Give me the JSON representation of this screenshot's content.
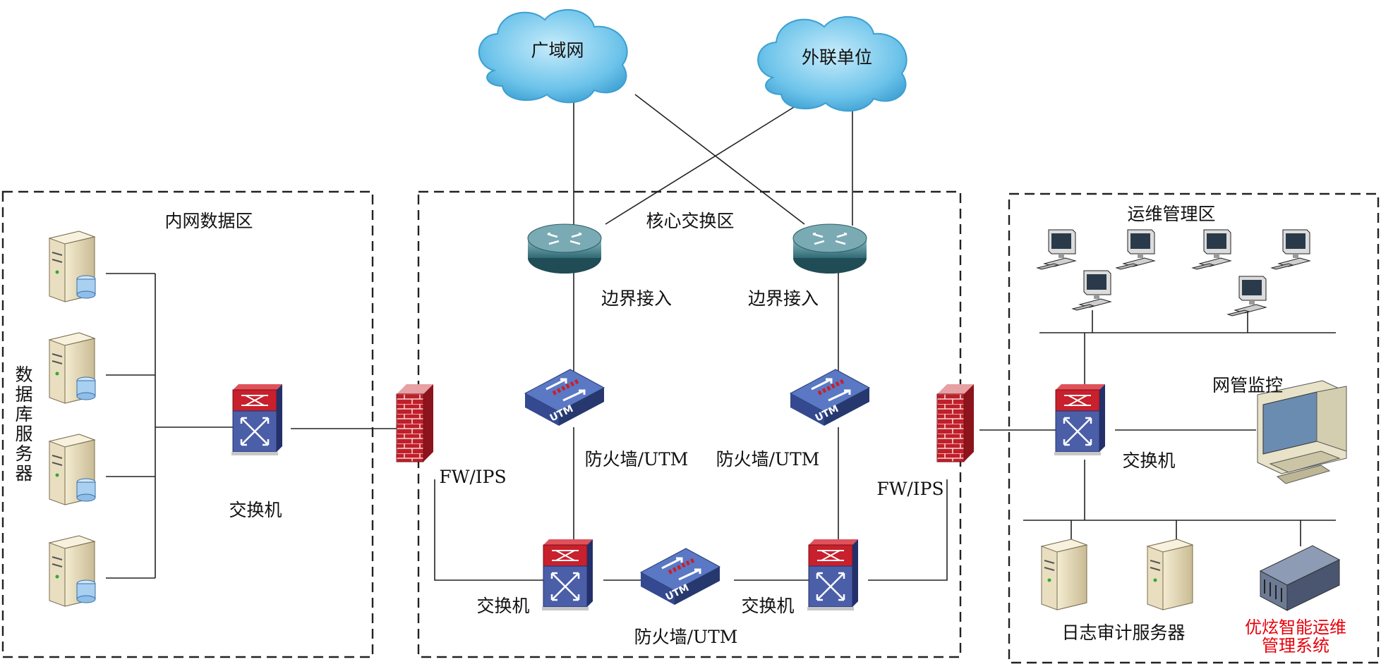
{
  "clouds": {
    "wan": "广域网",
    "external": "外联单位"
  },
  "zones": {
    "intranet": "内网数据区",
    "core": "核心交换区",
    "ops": "运维管理区"
  },
  "labels": {
    "db_servers": [
      "数",
      "据",
      "库",
      "服",
      "务",
      "器"
    ],
    "switch_intranet": "交换机",
    "router_left": "边界接入",
    "router_right": "边界接入",
    "fw_ips_left": "FW/IPS",
    "fw_ips_right": "FW/IPS",
    "utm_left": "防火墙/UTM",
    "utm_right": "防火墙/UTM",
    "utm_bottom": "防火墙/UTM",
    "switch_core_left": "交换机",
    "switch_core_right": "交换机",
    "switch_ops": "交换机",
    "nms": "网管监控",
    "log_audit": "日志审计服务器",
    "ops_system_line1": "优炫智能运维",
    "ops_system_line2": "管理系统",
    "utm_badge": "UTM"
  },
  "colors": {
    "highlight_text": "#e8000b",
    "cloud": "#5bb8e6",
    "router": "#3f7f8a",
    "utm": "#4a67b6",
    "switch_top": "#c8202c",
    "switch_body": "#4b5ea8",
    "firewall_brick": "#c0202a"
  }
}
